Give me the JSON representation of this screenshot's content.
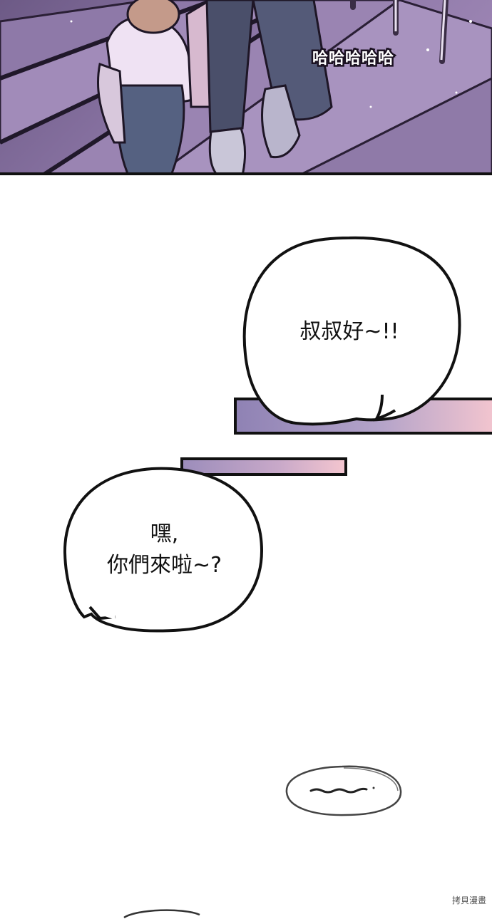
{
  "comic": {
    "top_panel": {
      "sfx_laughter": "哈哈哈哈哈"
    },
    "bubbles": {
      "greeting_kid": "叔叔好~!!",
      "reply_line1": "嘿,",
      "reply_line2": "你們來啦~?"
    },
    "watermark": "拷貝漫畫"
  },
  "colors": {
    "panel_purple": "#8c76a6",
    "strip_pink": "#f3c5cf",
    "ink": "#111111"
  }
}
